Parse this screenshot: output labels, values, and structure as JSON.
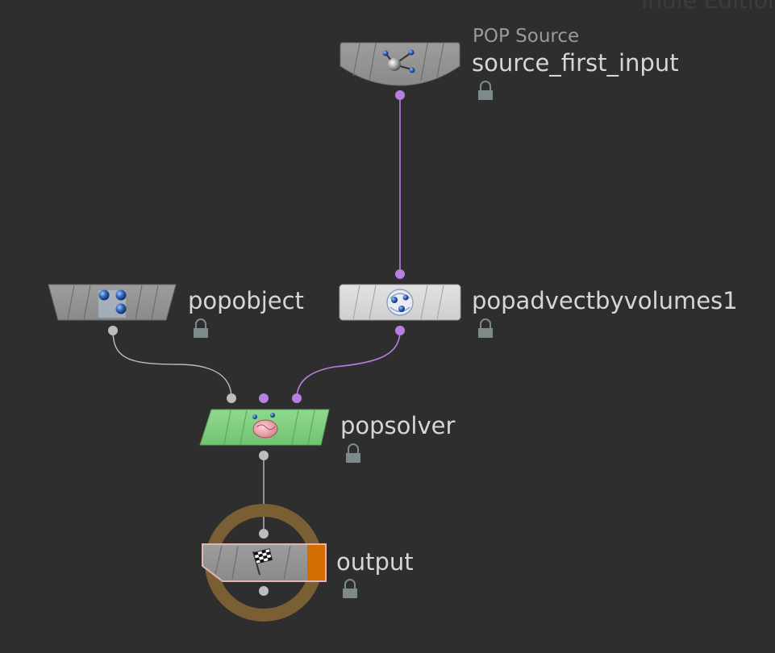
{
  "watermark": "Indie Edition",
  "nodes": {
    "source": {
      "type_label": "POP Source",
      "name": "source_first_input",
      "icon": "pop-source-icon"
    },
    "popobject": {
      "name": "popobject",
      "icon": "popobject-icon"
    },
    "popadvect": {
      "name": "popadvectbyvolumes1",
      "icon": "popadvect-icon"
    },
    "popsolver": {
      "name": "popsolver",
      "icon": "popsolver-icon"
    },
    "output": {
      "name": "output",
      "icon": "checkered-flag-icon"
    }
  },
  "colors": {
    "background": "#2e2e2e",
    "pop_wire": "#b77fe0",
    "data_wire": "#bdbdbd",
    "solver_green": "#7fcd7f",
    "display_flag": "#d26e00",
    "output_ring": "#7a5f34"
  }
}
